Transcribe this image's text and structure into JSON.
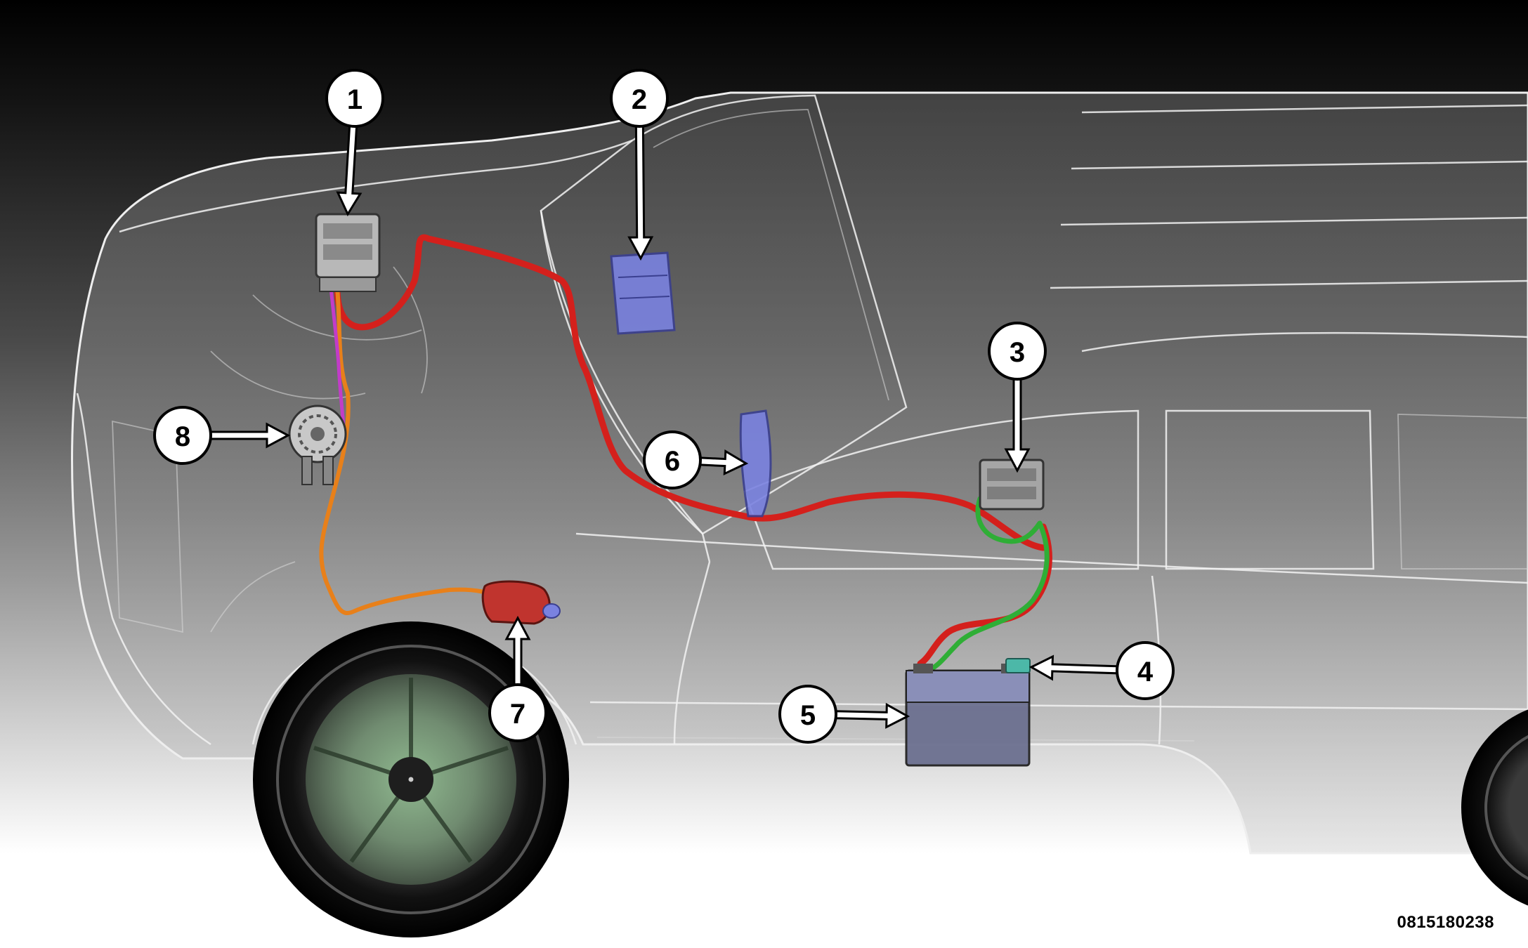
{
  "figure": {
    "id_label": "0815180238"
  },
  "colors": {
    "background_top": "#000000",
    "background_bottom": "#ffffff",
    "positive_cable": "#d4201c",
    "alternator_cable": "#e8801a",
    "ground_cable": "#2fae36",
    "sense_wire": "#c23cc8",
    "module_blue": "#7a82e0"
  },
  "callouts": [
    {
      "number": "1",
      "target": "power-distribution-center"
    },
    {
      "number": "2",
      "target": "body-control-module"
    },
    {
      "number": "3",
      "target": "rear-power-distribution-center"
    },
    {
      "number": "4",
      "target": "battery-sensor"
    },
    {
      "number": "5",
      "target": "battery"
    },
    {
      "number": "6",
      "target": "junction-block"
    },
    {
      "number": "7",
      "target": "starter-motor"
    },
    {
      "number": "8",
      "target": "generator"
    }
  ]
}
